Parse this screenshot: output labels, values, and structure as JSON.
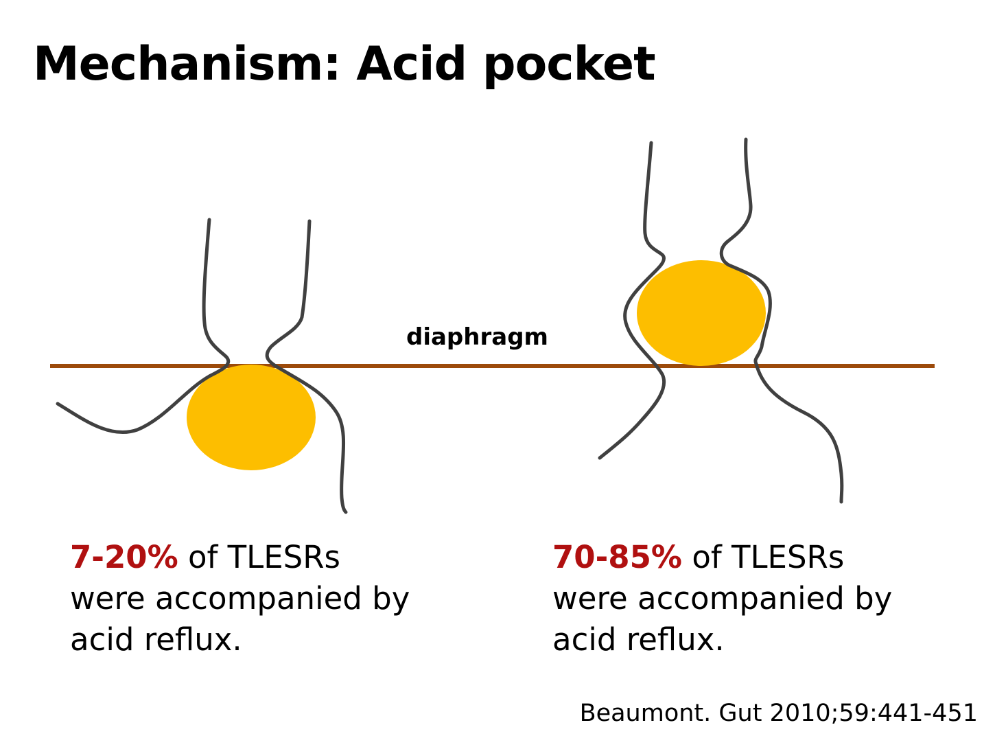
{
  "title": "Mechanism: Acid pocket",
  "diaphragm_label": "diaphragm",
  "colors": {
    "diaphragm_line": "#9c4a0a",
    "acid_pocket": "#fdbe00",
    "stomach_outline": "#404040",
    "highlight_text": "#b01010"
  },
  "left_panel": {
    "percentage": "7-20%",
    "line1_rest": " of TLESRs",
    "line2": "were accompanied by",
    "line3": "acid reflux."
  },
  "right_panel": {
    "percentage": "70-85%",
    "line1_rest": " of TLESRs",
    "line2": "were accompanied by",
    "line3": "acid reflux."
  },
  "citation": "Beaumont. Gut 2010;59:441-451"
}
